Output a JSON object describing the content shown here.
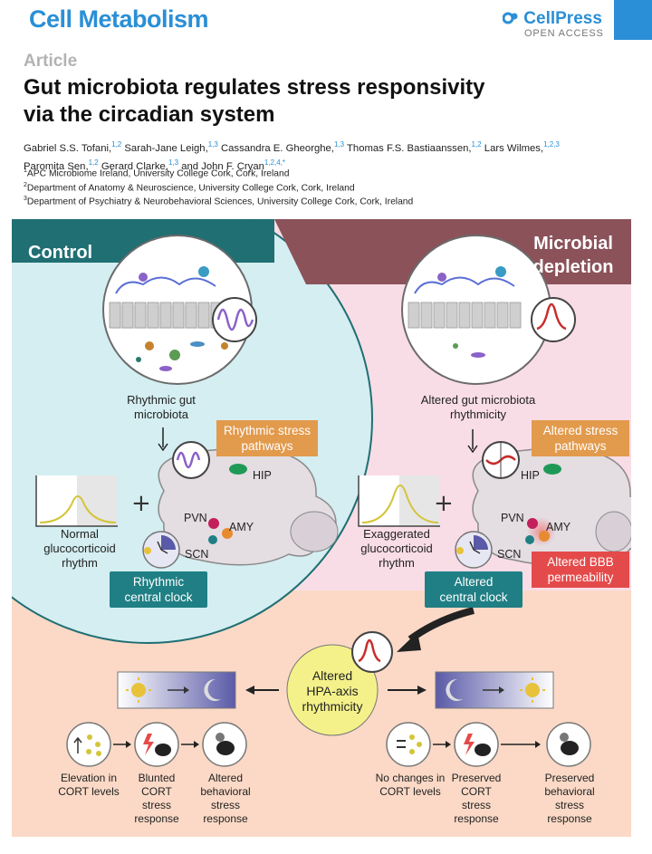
{
  "header": {
    "journal": "Cell Metabolism",
    "publisher": "CellPress",
    "open_access": "OPEN ACCESS",
    "article_type": "Article"
  },
  "paper": {
    "title_line1": "Gut microbiota regulates stress responsivity",
    "title_line2": "via the circadian system",
    "authors": [
      {
        "name": "Gabriel S.S. Tofani,",
        "sup": "1,2"
      },
      {
        "name": "Sarah-Jane Leigh,",
        "sup": "1,3"
      },
      {
        "name": "Cassandra E. Gheorghe,",
        "sup": "1,3"
      },
      {
        "name": "Thomas F.S. Bastiaanssen,",
        "sup": "1,2"
      },
      {
        "name": "Lars Wilmes,",
        "sup": "1,2,3"
      },
      {
        "name": "Paromita Sen,",
        "sup": "1,2"
      },
      {
        "name": "Gerard Clarke,",
        "sup": "1,3"
      },
      {
        "name": "and John F. Cryan",
        "sup": "1,2,4,*"
      }
    ],
    "affiliations": [
      {
        "num": "1",
        "text": "APC Microbiome Ireland, University College Cork, Cork, Ireland"
      },
      {
        "num": "2",
        "text": "Department of Anatomy & Neuroscience, University College Cork, Cork, Ireland"
      },
      {
        "num": "3",
        "text": "Department of Psychiatry & Neurobehavioral Sciences, University College Cork, Cork, Ireland"
      }
    ]
  },
  "abstract": {
    "control_title": "Control",
    "depletion_title_1": "Microbial",
    "depletion_title_2": "depletion",
    "control": {
      "gut_1": "Rhythmic gut",
      "gut_2": "microbiota",
      "stress_1": "Rhythmic stress",
      "stress_2": "pathways",
      "gluco_1": "Normal",
      "gluco_2": "glucocorticoid",
      "gluco_3": "rhythm",
      "clock_1": "Rhythmic",
      "clock_2": "central clock"
    },
    "depletion": {
      "gut_1": "Altered gut microbiota",
      "gut_2": "rhythmicity",
      "stress_1": "Altered stress",
      "stress_2": "pathways",
      "gluco_1": "Exaggerated",
      "gluco_2": "glucocorticoid",
      "gluco_3": "rhythm",
      "clock_1": "Altered",
      "clock_2": "central clock",
      "bbb_1": "Altered BBB",
      "bbb_2": "permeability"
    },
    "brain_labels": {
      "hip": "HIP",
      "pvn": "PVN",
      "amy": "AMY",
      "scn": "SCN"
    },
    "hpa_1": "Altered",
    "hpa_2": "HPA-axis",
    "hpa_3": "rhythmicity",
    "outcomes_left": [
      {
        "l1": "Elevation in",
        "l2": "CORT levels",
        "l3": "",
        "l4": ""
      },
      {
        "l1": "Blunted",
        "l2": "CORT",
        "l3": "stress",
        "l4": "response"
      },
      {
        "l1": "Altered",
        "l2": "behavioral",
        "l3": "stress",
        "l4": "response"
      }
    ],
    "outcomes_right": [
      {
        "l1": "No changes in",
        "l2": "CORT levels",
        "l3": "",
        "l4": ""
      },
      {
        "l1": "Preserved",
        "l2": "CORT",
        "l3": "stress",
        "l4": "response"
      },
      {
        "l1": "Preserved",
        "l2": "behavioral",
        "l3": "stress",
        "l4": "response"
      }
    ]
  },
  "colors": {
    "brand": "#2a8fd6",
    "control_bg": "#d4eef1",
    "control_header": "#1f6f73",
    "depletion_header": "#8b525a",
    "depletion_bg": "#fbd9c6",
    "orange": "#e29a4c",
    "teal": "#1f7f84",
    "red": "#e54a4a",
    "hpa_yellow": "#f4f18a"
  }
}
